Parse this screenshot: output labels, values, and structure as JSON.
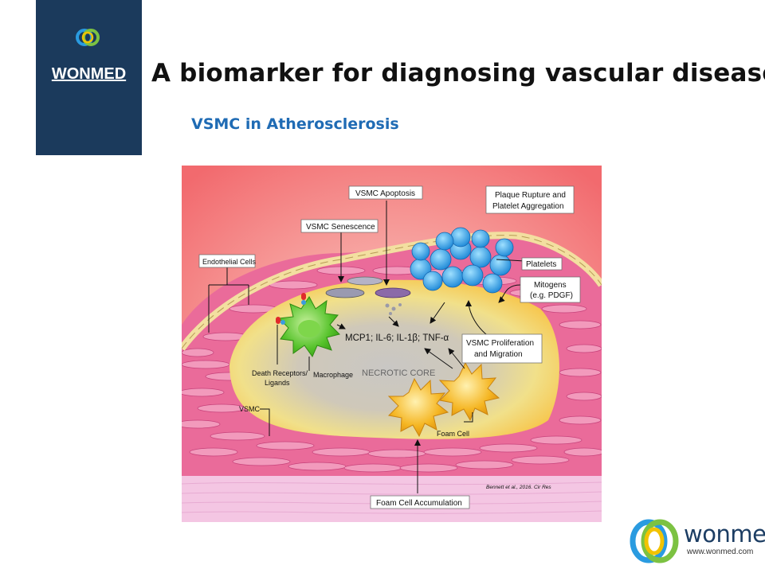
{
  "brand": {
    "name": "WONMED"
  },
  "title": "A biomarker for diagnosing vascular diseases",
  "subtitle": "VSMC in Atherosclerosis",
  "figure": {
    "labels": {
      "vsmc_apoptosis": "VSMC Apoptosis",
      "plaque_rupture_1": "Plaque Rupture and",
      "plaque_rupture_2": "Platelet Aggregation",
      "vsmc_senescence": "VSMC Senescence",
      "platelets": "Platelets",
      "endothelial_cells": "Endothelial Cells",
      "mitogens_1": "Mitogens",
      "mitogens_2": "(e.g. PDGF)",
      "cytokines": "MCP1; IL-6; IL-1β; TNF-α",
      "vsmc_prolif_1": "VSMC Proliferation",
      "vsmc_prolif_2": "and Migration",
      "necrotic_core": "NECROTIC CORE",
      "death_receptors_1": "Death Receptors/",
      "death_receptors_2": "Ligands",
      "macrophage": "Macrophage",
      "vsmc": "VSMC",
      "foam_cell": "Foam Cell",
      "citation": "Bennett et al., 2016. Cir Res",
      "foam_accumulation": "Foam Cell Accumulation"
    }
  },
  "logo": {
    "word": "wonmed",
    "url": "www.wonmed.com"
  },
  "colors": {
    "panel": "#1b3a5c",
    "subtitle": "#1f6bb4",
    "platelets": "#2a9be0",
    "macrophage": "#58c42a",
    "foam_cell": "#f2b320"
  }
}
